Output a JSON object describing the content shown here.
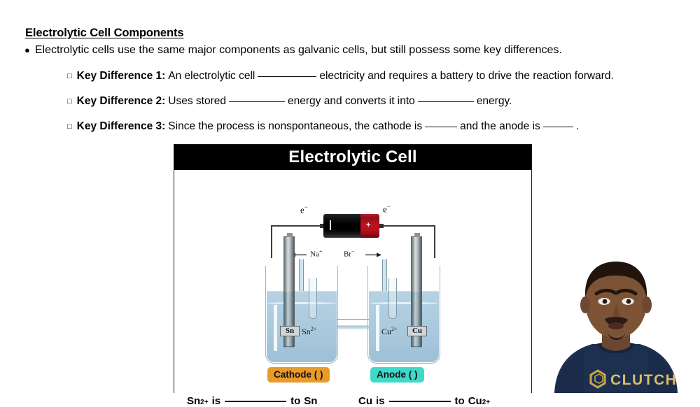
{
  "lesson": {
    "section_title": "Electrolytic Cell Components",
    "bullet_glyph": "●",
    "intro": "Electrolytic cells use the same major components as galvanic cells, but still possess some key differences.",
    "key_differences": [
      {
        "box_glyph": "□",
        "label": "Key Difference 1:",
        "text_before": "An electrolytic cell",
        "blank_1": "",
        "text_after": "electricity and requires a battery to drive the reaction forward."
      },
      {
        "box_glyph": "□",
        "label": "Key Difference 2:",
        "text_before": "Uses stored",
        "blank_1": "",
        "text_middle": "energy and converts it into",
        "blank_2": "",
        "text_after": "energy."
      },
      {
        "box_glyph": "□",
        "label": "Key Difference 3:",
        "text_before": "Since the process is nonspontaneous, the cathode is",
        "blank_1": "",
        "text_middle": "and the anode is",
        "blank_2": "",
        "text_after": "."
      }
    ]
  },
  "diagram": {
    "header_title": "Electrolytic Cell",
    "electron_label_left": "e",
    "electron_label_left_charge": "−",
    "electron_label_right": "e",
    "electron_label_right_charge": "−",
    "battery": {
      "negative_mark": "",
      "positive_mark": "+"
    },
    "salt_bridge": {
      "ion_left": "Na",
      "ion_left_charge": "+",
      "ion_right": "Br",
      "ion_right_charge": "−",
      "arrow_left_direction": "left",
      "arrow_right_direction": "right"
    },
    "left_half_cell": {
      "electrode_label": "Sn",
      "solution_label": "Sn",
      "solution_charge": "2+",
      "role_badge": "Cathode (  )",
      "badge_color": "#e89a2b"
    },
    "right_half_cell": {
      "electrode_label": "Cu",
      "solution_label": "Cu",
      "solution_charge": "2+",
      "role_badge": "Anode (  )",
      "badge_color": "#3fd9c9"
    },
    "bottom_equations": [
      {
        "species": "Sn",
        "species_charge": "2+",
        "verb": "is",
        "blank": "",
        "preposition": "to",
        "product": "Sn",
        "product_charge": ""
      },
      {
        "species": "Cu",
        "species_charge": "",
        "verb": "is",
        "blank": "",
        "preposition": "to",
        "product": "Cu",
        "product_charge": "2+"
      }
    ]
  },
  "presenter": {
    "shirt_text": "CLUTCH",
    "shirt_color": "#1e3050",
    "logo_name": "hexagon-logo"
  }
}
